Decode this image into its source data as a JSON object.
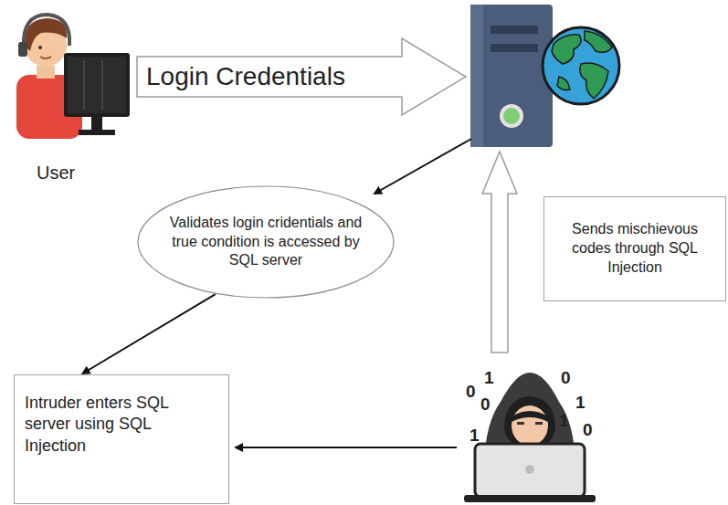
{
  "diagram": {
    "nodes": [
      {
        "text": [
          "Login Credentials"
        ]
      },
      {
        "text": [
          "Validates login cridentials and true condition is accessed by SQL server"
        ]
      },
      {
        "text": [
          "Sends mischievous codes through SQL Injection"
        ]
      },
      {
        "text": [
          "Intruder enters SQL server using SQL Injection"
        ]
      }
    ],
    "edges": [
      {
        "from": 1,
        "to": 3,
        "arrow": "to"
      }
    ],
    "labels": [
      "User",
      "0",
      "1",
      "0",
      "1",
      "0",
      "1",
      "1",
      "0"
    ]
  }
}
